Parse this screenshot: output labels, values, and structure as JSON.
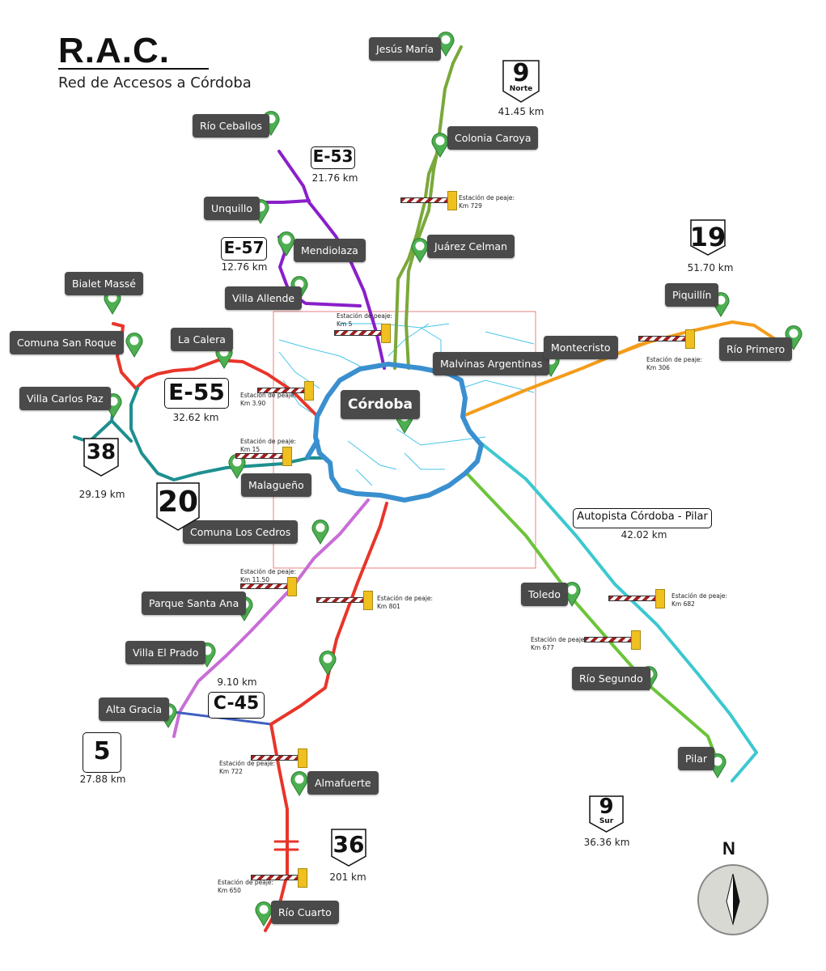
{
  "header": {
    "title": "R.A.C.",
    "subtitle": "Red de Accesos a Córdoba"
  },
  "places": [
    "Jesús María",
    "Colonia Caroya",
    "Juárez Celman",
    "Río Ceballos",
    "Unquillo",
    "Mendiolaza",
    "Villa Allende",
    "Bialet Massé",
    "Comuna San Roque",
    "La Calera",
    "Villa Carlos Paz",
    "Malvinas Argentinas",
    "Montecristo",
    "Córdoba",
    "Malagueño",
    "Comuna Los Cedros",
    "Parque Santa Ana",
    "Villa El Prado",
    "Alta Gracia",
    "Almafuerte",
    "Río Cuarto",
    "Piquillín",
    "Río Primero",
    "Toledo",
    "Río Segundo",
    "Pilar"
  ],
  "routes": [
    {
      "label": "9",
      "sub": "Norte",
      "distance": "41.45 km",
      "color": "#7aa83a"
    },
    {
      "label": "E-53",
      "distance": "21.76 km",
      "color": "#8a1fc9"
    },
    {
      "label": "E-57",
      "distance": "12.76 km",
      "color": "#8a1fc9"
    },
    {
      "label": "E-55",
      "distance": "32.62 km",
      "color": "#e8352a"
    },
    {
      "label": "38",
      "distance": "29.19 km",
      "color": "#1e8f8f"
    },
    {
      "label": "20",
      "color": "#1e8f8f"
    },
    {
      "label": "19",
      "distance": "51.70 km",
      "color": "#f39c1a"
    },
    {
      "label": "Autopista Córdoba - Pilar",
      "distance": "42.02 km",
      "color": "#3cc8d0"
    },
    {
      "label": "C-45",
      "distance": "9.10 km",
      "color": "#4060c0"
    },
    {
      "label": "5",
      "distance": "27.88 km",
      "color": "#c86dd6"
    },
    {
      "label": "36",
      "distance": "201 km",
      "color": "#e8352a"
    },
    {
      "label": "9",
      "sub": "Sur",
      "distance": "36.36 km",
      "color": "#6cc43a"
    }
  ],
  "tolls": [
    {
      "label": "Estación de peaje:",
      "km": "Km 729"
    },
    {
      "label": "Estación de peaje:",
      "km": "Km 5"
    },
    {
      "label": "Estación de peaje:",
      "km": "Km 3.90"
    },
    {
      "label": "Estación de peaje:",
      "km": "Km 15"
    },
    {
      "label": "Estación de peaje:",
      "km": "Km 306"
    },
    {
      "label": "Estación de peaje:",
      "km": "Km 11.50"
    },
    {
      "label": "Estación de peaje:",
      "km": "Km 801"
    },
    {
      "label": "Estación de peaje:",
      "km": "Km 682"
    },
    {
      "label": "Estación de peaje:",
      "km": "Km 677"
    },
    {
      "label": "Estación de peaje:",
      "km": "Km 722"
    },
    {
      "label": "Estación de peaje:",
      "km": "Km 650"
    }
  ],
  "compass": {
    "north": "N"
  },
  "colors": {
    "ring": "#3a8fcf",
    "pin": "#4caf50",
    "label_bg": "#4a4a4a",
    "toll": "#f0c020",
    "frame": "#e88080",
    "river": "#47c6e8"
  }
}
